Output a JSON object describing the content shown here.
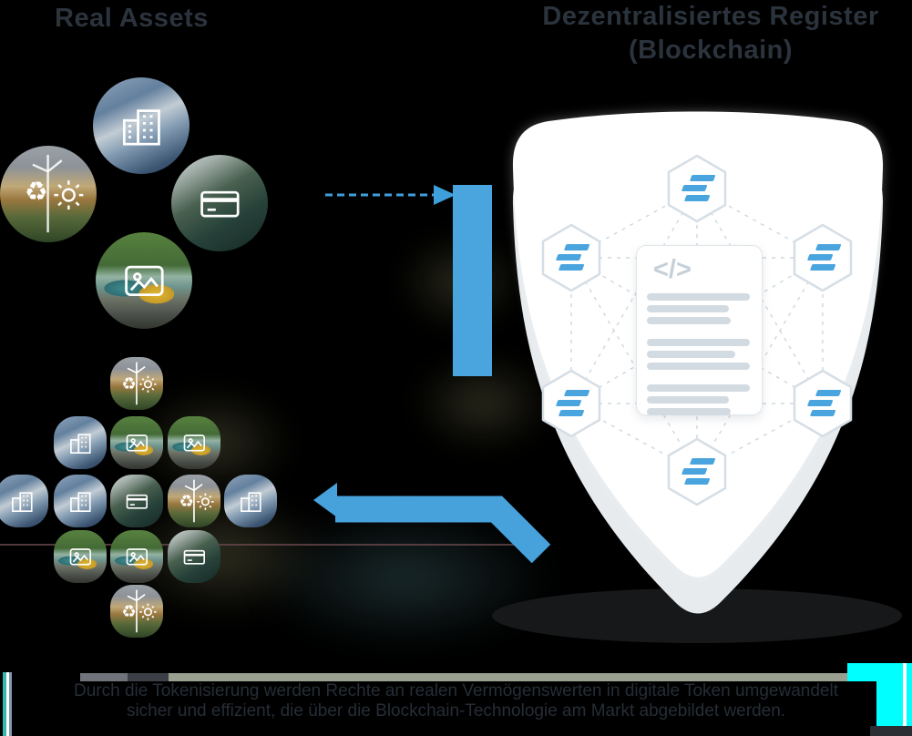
{
  "header": {
    "left_title": "Real Assets",
    "right_title_line1": "Dezentralisiertes Register",
    "right_title_line2": "(Blockchain)"
  },
  "caption": {
    "line1": "Durch die Tokenisierung werden Rechte an realen Vermögenswerten in digitale Token umgewandelt",
    "line2": "sicher und effizient, die über die Blockchain-Technologie am Markt abgebildet werden."
  },
  "smart_contract_card": {
    "code_glyph": "</>"
  },
  "icons": {
    "recycle_glyph": "♻"
  },
  "colors": {
    "accent_blue": "#49a3dd",
    "token_blue": "#4aa4de",
    "hex_border": "#d6dee5",
    "dashed_line": "#ccd5dc",
    "title_text": "#2b333d",
    "caption_text": "#262d36",
    "cyan_artifact": "#00ffff"
  }
}
